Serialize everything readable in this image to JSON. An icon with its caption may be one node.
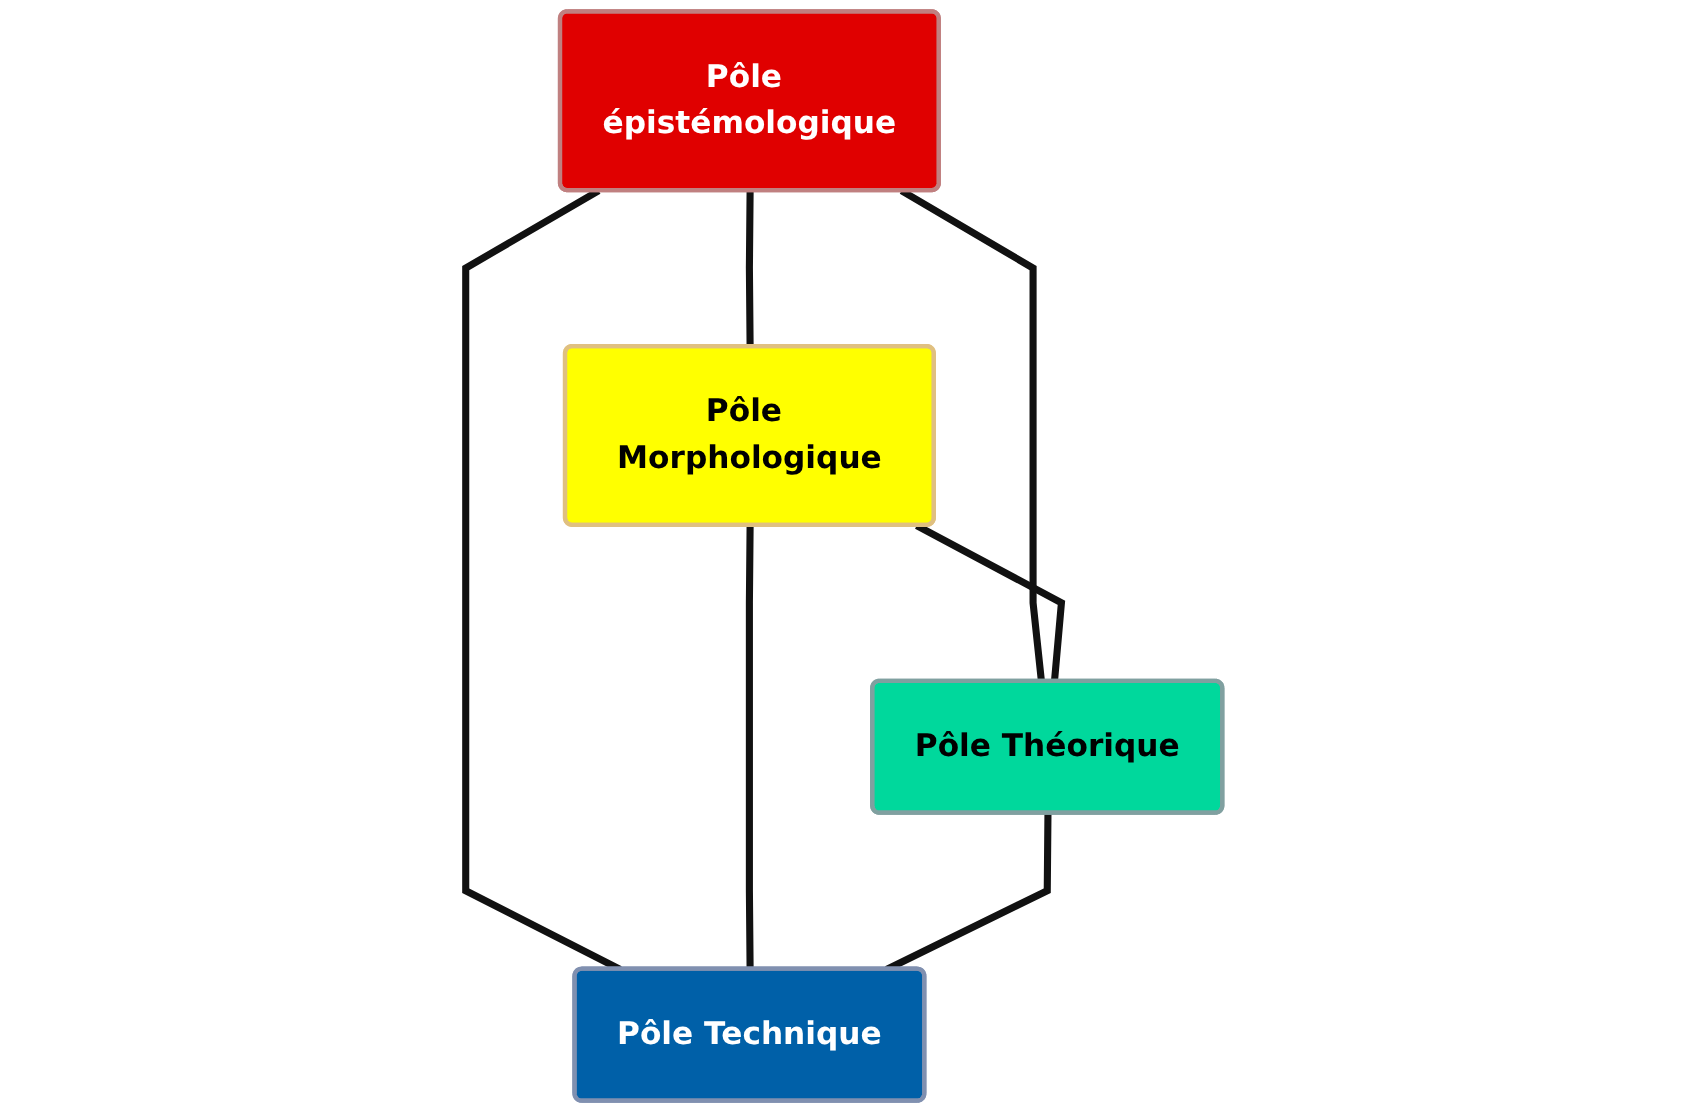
{
  "diagram": {
    "nodes": [
      {
        "text": [
          "Pôle épistémologique"
        ]
      },
      {
        "text": [
          "Pôle Morphologique"
        ]
      },
      {
        "text": [
          "Pôle Théorique"
        ]
      },
      {
        "text": [
          "Pôle Technique"
        ]
      }
    ],
    "edges": [
      {
        "from": 0,
        "to": 1,
        "arrow": "none"
      },
      {
        "from": 0,
        "to": 2,
        "arrow": "none"
      },
      {
        "from": 0,
        "to": 3,
        "arrow": "none"
      },
      {
        "from": 1,
        "to": 2,
        "arrow": "none"
      },
      {
        "from": 1,
        "to": 3,
        "arrow": "none"
      },
      {
        "from": 2,
        "to": 3,
        "arrow": "none"
      }
    ]
  }
}
